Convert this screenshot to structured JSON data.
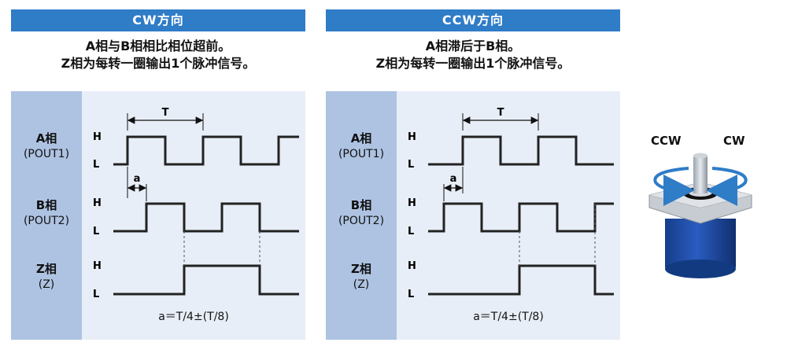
{
  "panels": [
    {
      "header": "CW方向",
      "desc_line1": "A相与B相相比相位超前。",
      "desc_line2": "Z相为每转一圈输出1个脉冲信号。",
      "signals": [
        {
          "name": "A相",
          "sub": "(POUT1)"
        },
        {
          "name": "B相",
          "sub": "(POUT2)"
        },
        {
          "name": "Z相",
          "sub": "(Z)"
        }
      ],
      "level_high": "H",
      "level_low": "L",
      "period_label": "T",
      "offset_label": "a",
      "formula": "a＝T/4±(T/8)"
    },
    {
      "header": "CCW方向",
      "desc_line1": "A相滞后于B相。",
      "desc_line2": "Z相为每转一圈输出1个脉冲信号。",
      "signals": [
        {
          "name": "A相",
          "sub": "(POUT1)"
        },
        {
          "name": "B相",
          "sub": "(POUT2)"
        },
        {
          "name": "Z相",
          "sub": "(Z)"
        }
      ],
      "level_high": "H",
      "level_low": "L",
      "period_label": "T",
      "offset_label": "a",
      "formula": "a＝T/4±(T/8)"
    }
  ],
  "motor": {
    "ccw_label": "CCW",
    "cw_label": "CW"
  },
  "colors": {
    "header_bg": "#2f7cc7",
    "label_col_bg": "#aec3e2",
    "diagram_bg": "#e8eef7",
    "motor_body": "#1f4ea6",
    "arrow_blue": "#2f7cc7"
  }
}
